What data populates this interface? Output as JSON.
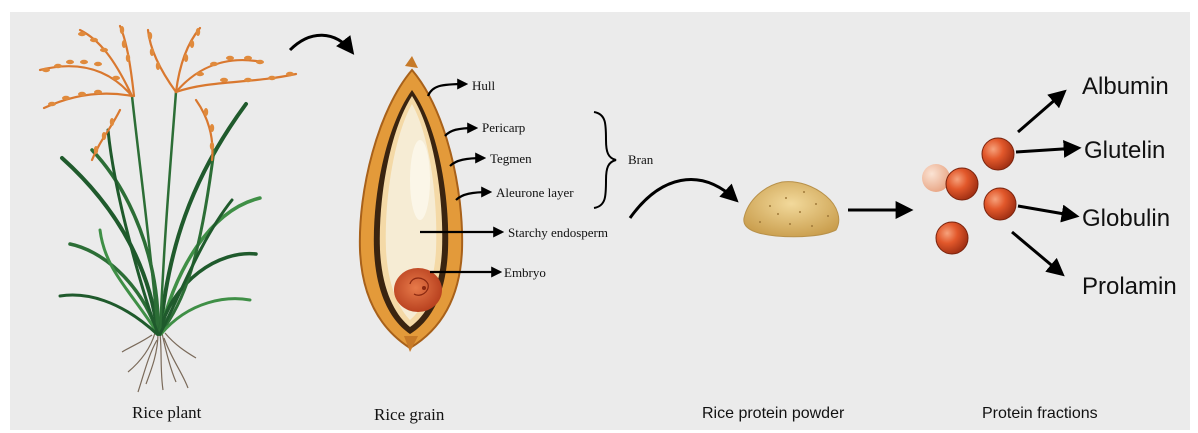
{
  "captions": {
    "rice_plant": "Rice plant",
    "rice_grain": "Rice grain",
    "rice_protein_powder": "Rice protein powder",
    "protein_fractions": "Protein fractions"
  },
  "grain_parts": {
    "hull": "Hull",
    "pericarp": "Pericarp",
    "tegmen": "Tegmen",
    "aleurone_layer": "Aleurone layer",
    "bran": "Bran",
    "starchy_endosperm": "Starchy endosperm",
    "embryo": "Embryo"
  },
  "fractions": {
    "albumin": "Albumin",
    "glutelin": "Glutelin",
    "globulin": "Globulin",
    "prolamin": "Prolamin"
  },
  "colors": {
    "panel_background": "#ebebeb",
    "panicle_orange": "#d9782f",
    "leaf_green_dark": "#1f5a2c",
    "leaf_green_light": "#3f8f46",
    "hull_orange": "#d98a2a",
    "endosperm_cream": "#f6ecd4",
    "embryo_red": "#c8502a",
    "powder_yellow": "#d9b56a",
    "protein_red": "#d8471f",
    "protein_faded": "#f0b89a"
  }
}
